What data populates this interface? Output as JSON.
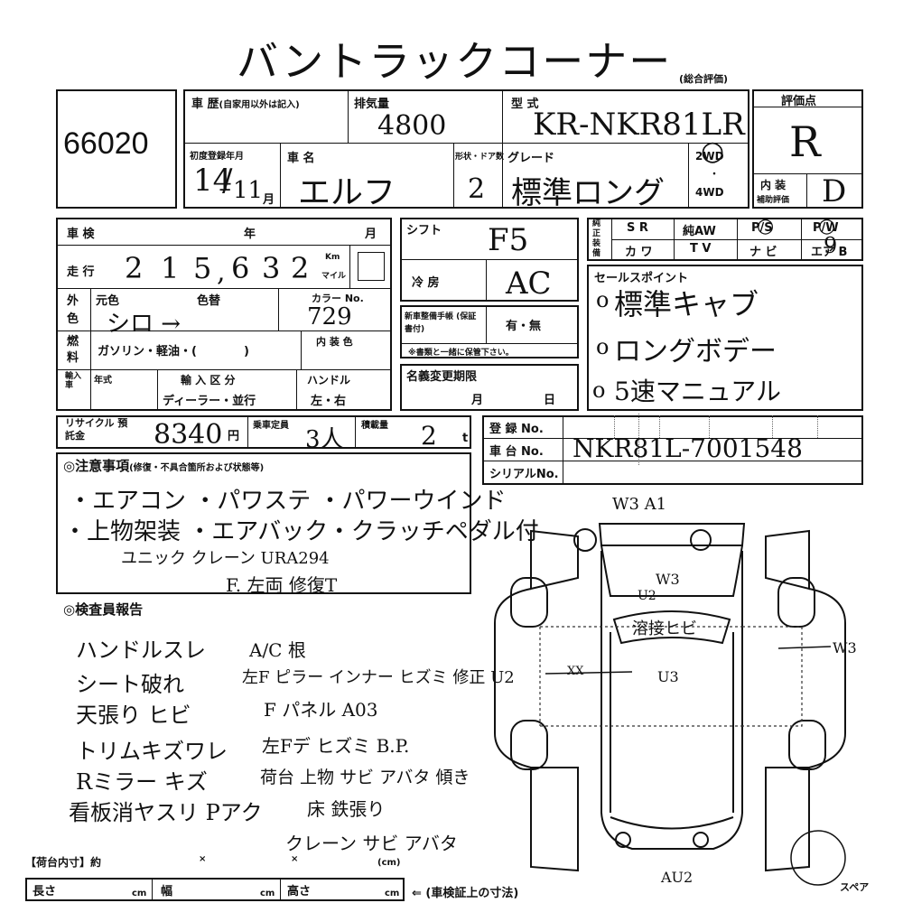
{
  "title": "バントラックコーナー",
  "corner_note": "(総合評価)",
  "lot_no": "66020",
  "header": {
    "history_label": "車 歴",
    "history_note": "(自家用以外は記入)",
    "displacement_label": "排気量",
    "displacement_value": "4800",
    "model_label": "型 式",
    "model_value": "KR-NKR81LR",
    "first_reg_label": "初度登録年月",
    "first_reg_year": "14",
    "first_reg_month": "11",
    "month_unit": "月",
    "car_name_label": "車 名",
    "car_name_value": "エルフ",
    "doors_label": "形状・ドア数",
    "doors_value": "2",
    "grade_label": "グレード",
    "grade_value": "標準ロング",
    "drive_2wd": "2WD",
    "drive_4wd": "4WD",
    "drive_dot": "・",
    "drive_mark": "○",
    "score_label": "評価点",
    "score_value": "R",
    "interior_label": "内 装",
    "interior_sub": "補助評価",
    "interior_value": "D"
  },
  "left": {
    "inspection_label": "車 検",
    "year_label": "年",
    "month_label": "月",
    "mileage_label": "走 行",
    "mileage_digits": [
      "2",
      "1",
      "5",
      "6",
      "3",
      "2"
    ],
    "mileage_comma": ",",
    "km_label": "Km",
    "mile_label": "マイル",
    "exterior_label": "外色",
    "original_color_label": "元色",
    "color_change_label": "色替",
    "color_code_label": "カラー No.",
    "original_color_value": "シロ →",
    "color_code_value": "729",
    "fuel_label": "燃料",
    "fuel_options": "ガソリン・軽油・(　　　　)",
    "interior_color_label": "内 装 色",
    "import_label": "輸入車",
    "year_type_label": "年式",
    "import_type_label": "輸 入 区 分",
    "import_options": "ディーラー・並行",
    "handle_label": "ハンドル",
    "handle_options": "左・右",
    "recycle_label": "リサイクル 預託金",
    "recycle_value": "8340",
    "yen_unit": "円",
    "capacity_label": "乗車定員",
    "capacity_value": "3人",
    "load_label": "積載量",
    "load_value": "2",
    "load_unit": "t"
  },
  "mid": {
    "shift_label": "シフト",
    "shift_value": "F5",
    "ac_label": "冷 房",
    "ac_value": "AC",
    "manual_label": "新車整備手帳 (保証書付)",
    "manual_options": "有・無",
    "manual_note": "※書類と一緒に保管下さい。",
    "name_change_label": "名義変更期限",
    "month_label": "月",
    "day_label": "日"
  },
  "equipment": {
    "label": "純正装備",
    "row1": [
      "S R",
      "純AW",
      "P/S",
      "P/W"
    ],
    "row2": [
      "カ ワ",
      "T V",
      "ナ ビ",
      "エア B"
    ],
    "mark_ps": "○",
    "mark_pw": "○",
    "mark_airbag": "9"
  },
  "sales_points": {
    "label": "セールスポイント",
    "items": [
      "標準キャブ",
      "ロングボデー",
      "5速マニュアル"
    ],
    "bullet": "o"
  },
  "registration": {
    "reg_no_label": "登 録 No.",
    "chassis_label": "車 台 No.",
    "chassis_value": "NKR81L-7001548",
    "serial_label": "シリアルNo."
  },
  "notes": {
    "label": "◎注意事項",
    "label_sub": "(修復・不具合箇所および状態等)",
    "lines": [
      "・エアコン ・パワステ ・パワーウインド",
      "・上物架装 ・エアバック・クラッチペダル付",
      "ユニック クレーン URA294",
      "F. 左両 修復T"
    ]
  },
  "inspector": {
    "label": "◎検査員報告",
    "left_lines": [
      "ハンドルスレ",
      "シート破れ",
      "天張り ヒビ",
      "トリムキズワレ",
      "Rミラー キズ",
      "看板消ヤスリ Pアク"
    ],
    "right_lines": [
      "A/C 根",
      "左F ピラー インナー ヒズミ 修正 U2",
      "F パネル A03",
      "左Fデ ヒズミ B.P.",
      "荷台 上物 サビ アバタ 傾き",
      "床 鉄張り",
      "クレーン サビ アバタ"
    ]
  },
  "diagram_marks": {
    "top": "W3 A1",
    "roof": "W3",
    "u2": "U2",
    "glass": "溶接ヒビ",
    "right": "W3",
    "xx": "XX",
    "center": "U3",
    "bottom": "AU2",
    "spare": "スペア"
  },
  "footer": {
    "bed_label": "【荷台内寸】約",
    "times": "×",
    "cm": "(cm)",
    "length_label": "長さ",
    "width_label": "幅",
    "height_label": "高さ",
    "unit_cm": "cm",
    "cert_note": "⇐ (車検証上の寸法)"
  }
}
